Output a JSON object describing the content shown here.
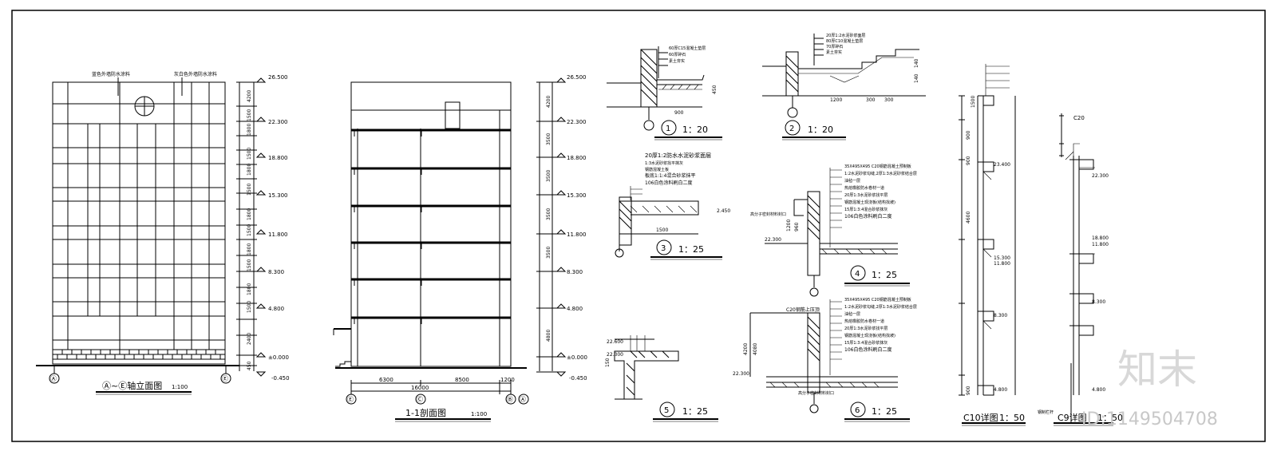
{
  "elevation": {
    "title": "Ⓐ~Ⓔ轴立面图",
    "scale": "1:100",
    "note_left": "蓝色外墙防水涂料",
    "note_right": "灰白色外墙防水涂料",
    "axis_left": "Ⓐ",
    "axis_right": "Ⓔ",
    "levels": [
      "26.500",
      "22.300",
      "18.800",
      "15.300",
      "11.800",
      "8.300",
      "4.800",
      "±0.000",
      "-0.450"
    ],
    "dims": [
      "4200",
      "1500",
      "1800",
      "1500",
      "1800",
      "1500",
      "1800",
      "1500",
      "1800",
      "1500",
      "1800",
      "1500",
      "2400",
      "450"
    ]
  },
  "section": {
    "title": "1-1剖面图",
    "scale": "1:100",
    "levels": [
      "26.500",
      "22.300",
      "18.800",
      "15.300",
      "11.800",
      "8.300",
      "4.800",
      "±0.000",
      "-0.450"
    ],
    "dim_bottom": [
      "6300",
      "8500",
      "1200"
    ],
    "dim_total": "16000",
    "axes": [
      "Ⓔ",
      "Ⓒ",
      "Ⓑ",
      "Ⓐ"
    ],
    "dims": [
      "4200",
      "3500",
      "3500",
      "3500",
      "3500",
      "4800"
    ]
  },
  "details": {
    "d1": {
      "num": "1",
      "scale": "1：20",
      "dims": [
        "900",
        "450"
      ],
      "notes": [
        "60厚C15混凝土垫层",
        "60厚碎石",
        "素土夯实"
      ]
    },
    "d2": {
      "num": "2",
      "scale": "1：20",
      "dims": [
        "1200",
        "300",
        "300",
        "140",
        "140"
      ],
      "notes": [
        "20厚1:2水泥砂浆面层",
        "80厚C10混凝土垫层",
        "70厚碎石",
        "素土夯实"
      ]
    },
    "d3": {
      "num": "3",
      "scale": "1：25",
      "dims": [
        "1500",
        "2.450"
      ],
      "notes": [
        "20厚1:2防水水泥砂浆面层",
        "1:3水泥砂浆找平抹灰",
        "钢筋混凝土板",
        "板底1:1:4混合砂浆抹平",
        "106白色涂料刷白二度"
      ]
    },
    "d4": {
      "num": "4",
      "scale": "1：25",
      "dims": [
        "22.300",
        "960",
        "1200"
      ],
      "notes": [
        "35X495X495 C20钢筋混凝土预制板",
        "1:2水泥砂浆勾缝,2厚1:3水泥砂浆结合层",
        "油毡一层",
        "热熔橡胶防水卷材一道",
        "20厚1:3水泥砂浆找平层",
        "钢筋混凝土现浇板(结构找坡)",
        "15厚1:3:4混合砂浆抹灰",
        "106白色涂料刷白二度",
        "高分子密封材料封口"
      ]
    },
    "d5": {
      "num": "5",
      "scale": "1：25",
      "dims": [
        "22.600",
        "22.300",
        "150"
      ]
    },
    "d6": {
      "num": "6",
      "scale": "1：25",
      "dims": [
        "22.300",
        "4200",
        "4080"
      ],
      "notes": [
        "35X495X495 C20钢筋混凝土预制板",
        "1:2水泥砂浆勾缝,2厚1:3水泥砂浆结合层",
        "油毡一层",
        "热熔橡胶防水卷材一道",
        "20厚1:3水泥砂浆找平层",
        "钢筋混凝土现浇板(结构找坡)",
        "15厚1:3:4混合砂浆抹灰",
        "106白色涂料刷白二度",
        "高分子密封材料封口"
      ],
      "label": "C20钢筋上压顶"
    },
    "c10": {
      "title": "C10详图",
      "scale": "1：50",
      "levels": [
        "23.400",
        "15.300",
        "11.800",
        "8.300",
        "4.800"
      ],
      "dims": [
        "1500",
        "900",
        "900",
        "4600",
        "900"
      ]
    },
    "c9": {
      "title": "C9详图",
      "scale": "1：50",
      "levels": [
        "22.300",
        "18.800",
        "11.800",
        "8.300",
        "4.800"
      ],
      "top_label": "C20",
      "note": "钢制栏杆"
    }
  },
  "watermark": {
    "id": "ID:1149504708",
    "brand": "知末"
  }
}
